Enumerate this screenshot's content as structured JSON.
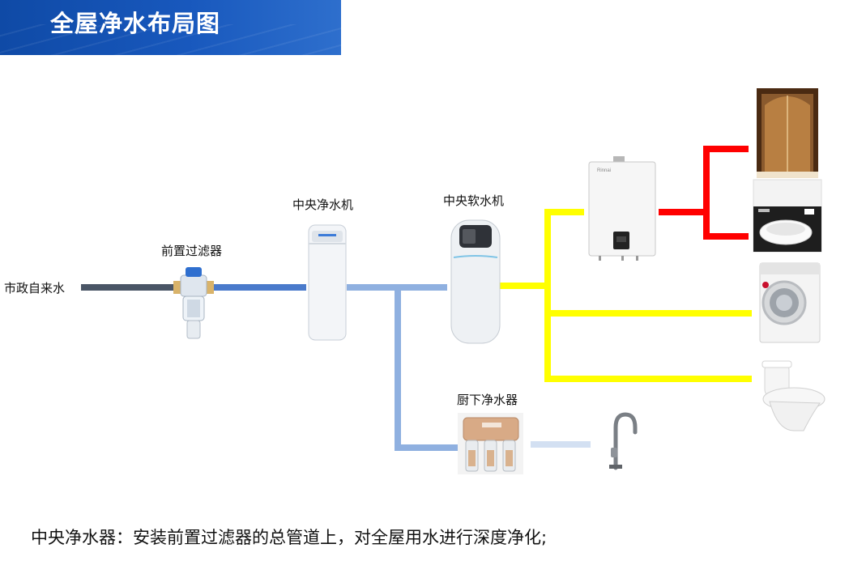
{
  "title": "全屋净水布局图",
  "labels": {
    "municipal_water": "市政自来水",
    "pre_filter": "前置过滤器",
    "central_purifier": "中央净水机",
    "central_softener": "中央软水机",
    "under_sink_purifier": "厨下净水器"
  },
  "footer": "中央净水器：安装前置过滤器的总管道上，对全屋用水进行深度净化;",
  "colors": {
    "banner": "#1858bd",
    "raw_water_pipe": "#4a5566",
    "filtered_pipe": "#4a7acb",
    "purified_pipe": "#8fb0e0",
    "drinking_pipe": "#d3e0f2",
    "softened_pipe": "#ffff00",
    "hot_water_pipe": "#ff0000"
  },
  "icons": [
    "pre-filter-icon",
    "central-purifier-icon",
    "central-softener-icon",
    "water-heater-icon",
    "shower-icon",
    "washbasin-icon",
    "washing-machine-icon",
    "toilet-icon",
    "under-sink-purifier-icon",
    "faucet-icon"
  ]
}
